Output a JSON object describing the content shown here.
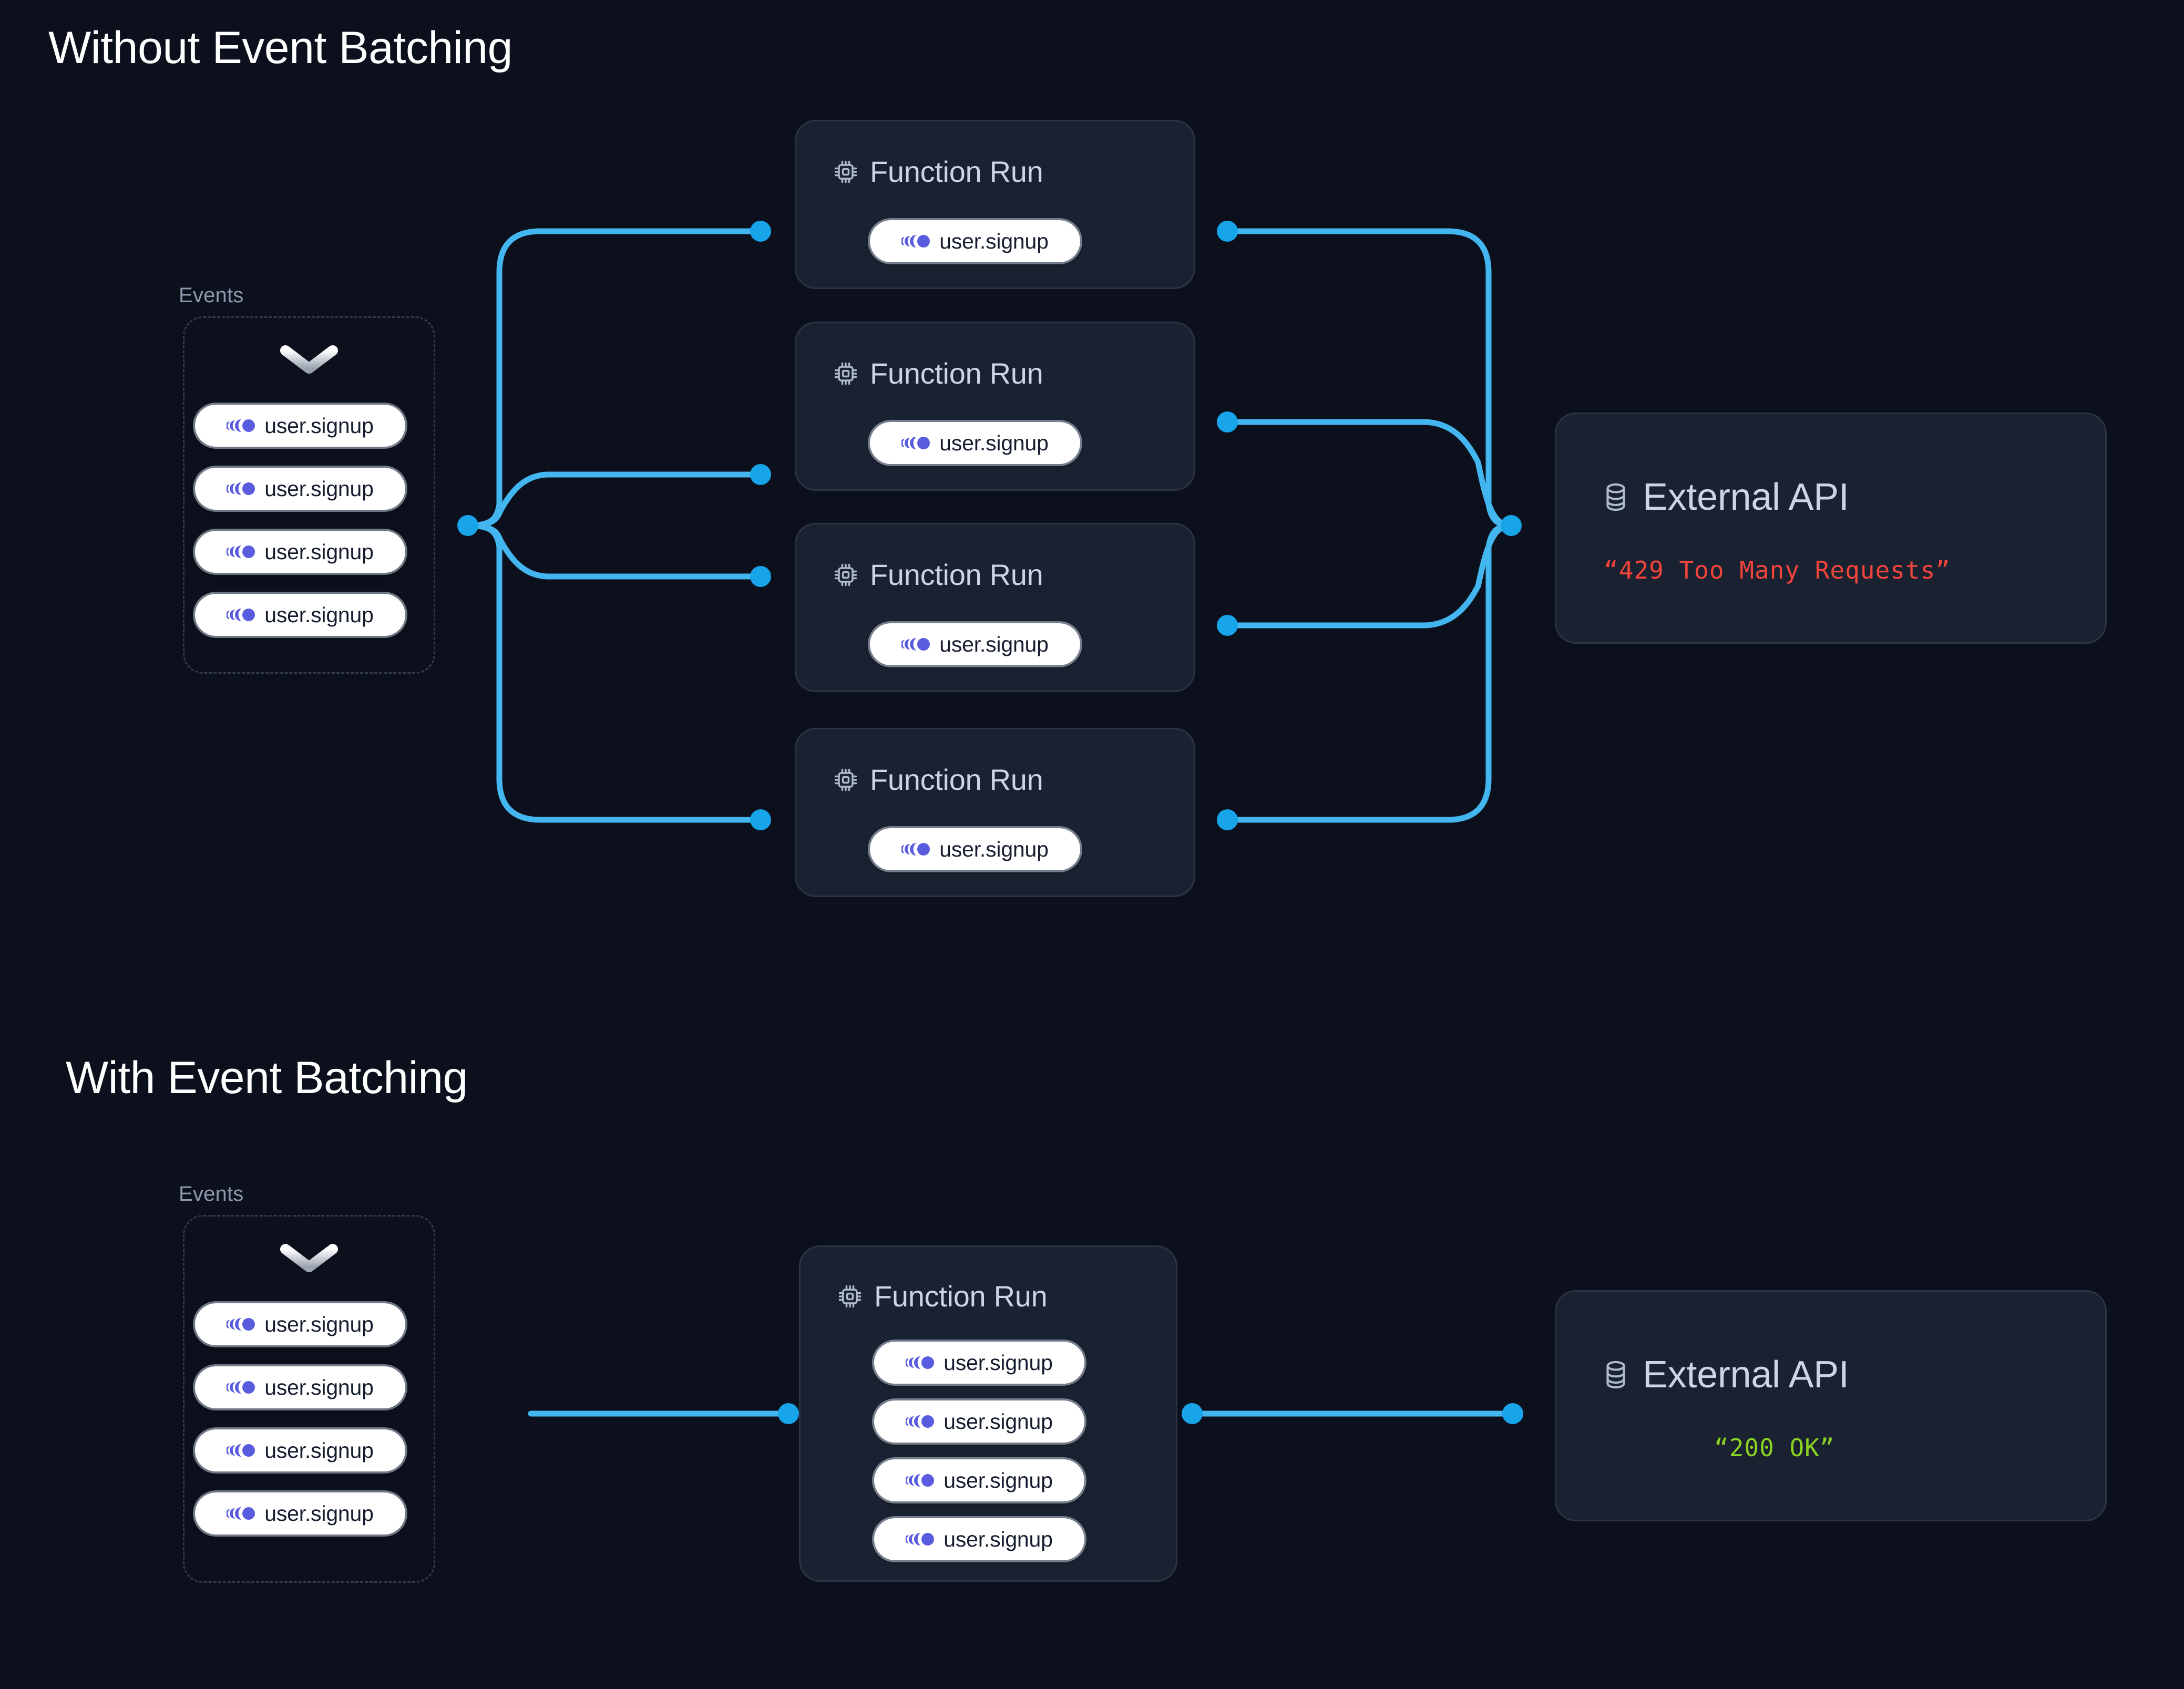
{
  "page": {
    "background_color": "#0b101c",
    "accent_wire_color": "#43b6f0",
    "node_dot_color": "#17a4e8",
    "card_bg_color": "#1a2130",
    "card_border_color": "#2b3445",
    "pill_bg_color": "#ffffff",
    "pill_icon_color": "#5a5ce0",
    "error_color": "#f4453c",
    "success_color": "#8ad321"
  },
  "sections": [
    {
      "id": "without-batching",
      "title": "Without Event Batching",
      "events": {
        "label": "Events",
        "chevron_icon": "chevron-down-icon",
        "items": [
          {
            "icon": "event-trail-icon",
            "label": "user.signup"
          },
          {
            "icon": "event-trail-icon",
            "label": "user.signup"
          },
          {
            "icon": "event-trail-icon",
            "label": "user.signup"
          },
          {
            "icon": "event-trail-icon",
            "label": "user.signup"
          }
        ]
      },
      "runs": [
        {
          "icon": "cpu-chip-icon",
          "title": "Function Run",
          "events": [
            {
              "icon": "event-trail-icon",
              "label": "user.signup"
            }
          ]
        },
        {
          "icon": "cpu-chip-icon",
          "title": "Function Run",
          "events": [
            {
              "icon": "event-trail-icon",
              "label": "user.signup"
            }
          ]
        },
        {
          "icon": "cpu-chip-icon",
          "title": "Function Run",
          "events": [
            {
              "icon": "event-trail-icon",
              "label": "user.signup"
            }
          ]
        },
        {
          "icon": "cpu-chip-icon",
          "title": "Function Run",
          "events": [
            {
              "icon": "event-trail-icon",
              "label": "user.signup"
            }
          ]
        }
      ],
      "api": {
        "icon": "database-icon",
        "title": "External API",
        "status": "“429 Too Many Requests”",
        "status_kind": "error"
      }
    },
    {
      "id": "with-batching",
      "title": "With Event Batching",
      "events": {
        "label": "Events",
        "chevron_icon": "chevron-down-icon",
        "items": [
          {
            "icon": "event-trail-icon",
            "label": "user.signup"
          },
          {
            "icon": "event-trail-icon",
            "label": "user.signup"
          },
          {
            "icon": "event-trail-icon",
            "label": "user.signup"
          },
          {
            "icon": "event-trail-icon",
            "label": "user.signup"
          }
        ]
      },
      "runs": [
        {
          "icon": "cpu-chip-icon",
          "title": "Function Run",
          "events": [
            {
              "icon": "event-trail-icon",
              "label": "user.signup"
            },
            {
              "icon": "event-trail-icon",
              "label": "user.signup"
            },
            {
              "icon": "event-trail-icon",
              "label": "user.signup"
            },
            {
              "icon": "event-trail-icon",
              "label": "user.signup"
            }
          ]
        }
      ],
      "api": {
        "icon": "database-icon",
        "title": "External API",
        "status": "“200 OK”",
        "status_kind": "success"
      }
    }
  ]
}
